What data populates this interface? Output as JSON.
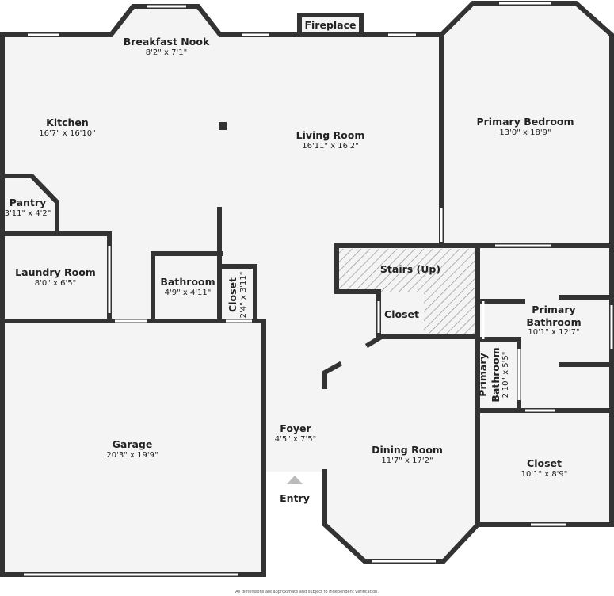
{
  "rooms": {
    "breakfast_nook": {
      "name": "Breakfast Nook",
      "dims": "8'2\" x 7'1\""
    },
    "fireplace": {
      "name": "Fireplace"
    },
    "kitchen": {
      "name": "Kitchen",
      "dims": "16'7\" x 16'10\""
    },
    "living_room": {
      "name": "Living Room",
      "dims": "16'11\" x 16'2\""
    },
    "primary_bedroom": {
      "name": "Primary Bedroom",
      "dims": "13'0\" x 18'9\""
    },
    "pantry": {
      "name": "Pantry",
      "dims": "3'11\" x 4'2\""
    },
    "laundry_room": {
      "name": "Laundry Room",
      "dims": "8'0\" x 6'5\""
    },
    "bathroom": {
      "name": "Bathroom",
      "dims": "4'9\" x 4'11\""
    },
    "closet_small": {
      "name": "Closet",
      "dims": "2'4\" x 3'11\""
    },
    "stairs": {
      "name": "Stairs (Up)"
    },
    "stair_closet": {
      "name": "Closet"
    },
    "primary_bathroom": {
      "name": "Primary Bathroom",
      "dims": "10'1\" x 12'7\""
    },
    "primary_bathroom_small": {
      "name": "Primary Bathroom",
      "dims": "2'10\" x 5'5\""
    },
    "garage": {
      "name": "Garage",
      "dims": "20'3\" x 19'9\""
    },
    "foyer": {
      "name": "Foyer",
      "dims": "4'5\" x 7'5\""
    },
    "dining_room": {
      "name": "Dining Room",
      "dims": "11'7\" x 17'2\""
    },
    "primary_closet": {
      "name": "Closet",
      "dims": "10'1\" x 8'9\""
    },
    "entry": {
      "name": "Entry"
    }
  },
  "disclaimer": "All dimensions are approximate and subject to independent verification.",
  "colors": {
    "wall": "#333333",
    "floor": "#f4f4f4",
    "window": "#ffffff"
  }
}
